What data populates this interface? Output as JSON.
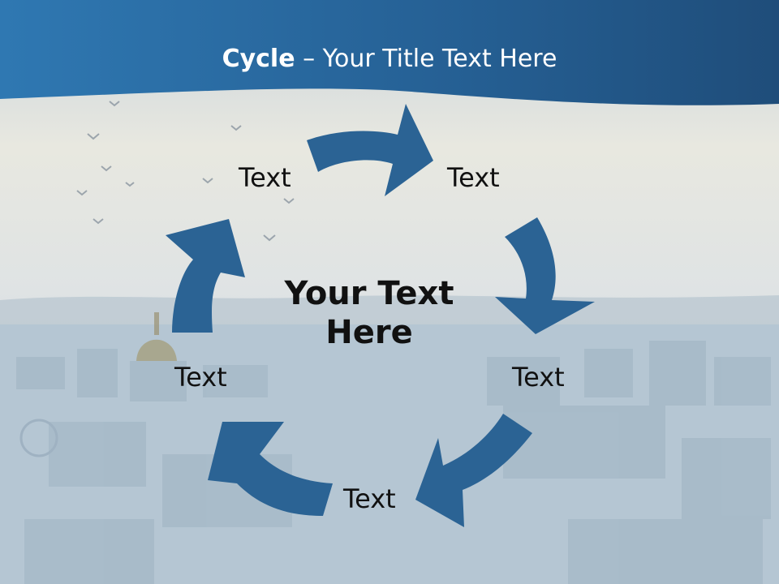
{
  "slide": {
    "title_bold": "Cycle",
    "title_rest": " – Your Title Text Here",
    "center_text_line1": "Your Text",
    "center_text_line2": "Here",
    "node_labels": [
      "Text",
      "Text",
      "Text",
      "Text",
      "Text"
    ]
  },
  "colors": {
    "header": "#2a6aa0",
    "arrow": "#2b6394",
    "sky": "#dfe6ea",
    "city": "#b9cad6"
  }
}
